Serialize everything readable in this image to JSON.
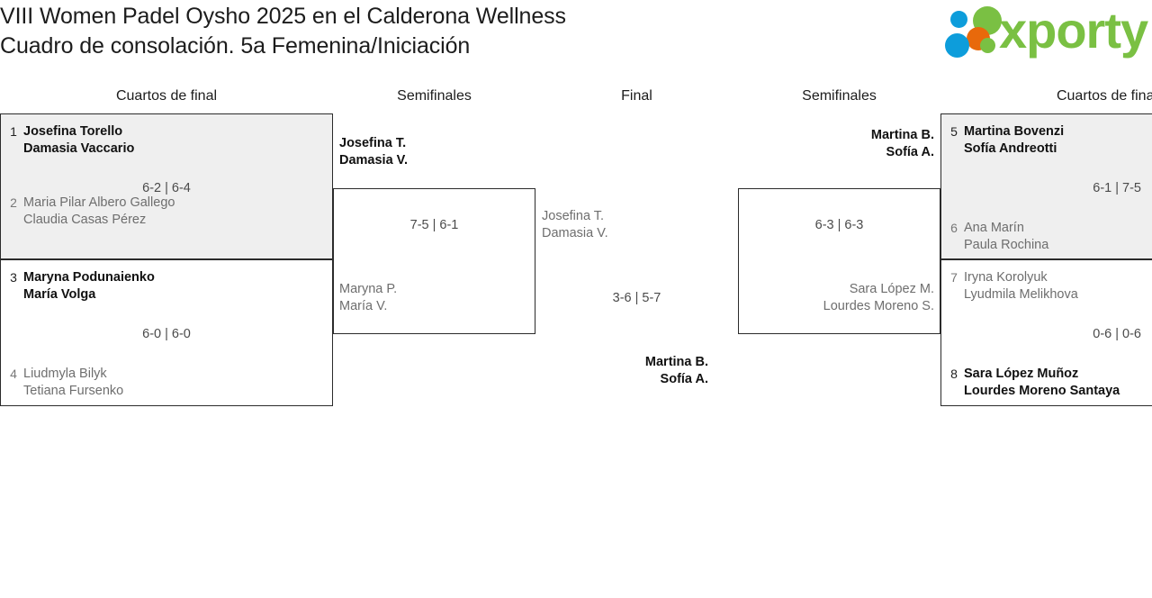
{
  "header": {
    "title_line1": "VIII Women Padel Oysho 2025 en el Calderona Wellness",
    "title_line2": "Cuadro de consolación. 5a Femenina/Iniciación",
    "logo_text": "xporty",
    "colors": {
      "logo_green": "#7ac043",
      "logo_blue": "#0d9ddb",
      "logo_orange": "#e8690b",
      "shaded_row": "#efefef",
      "border": "#2b2b2b",
      "winner_text": "#111111",
      "loser_text": "#6e6e6e"
    }
  },
  "rounds": {
    "quarterfinals_left": "Cuartos de final",
    "semifinals_left": "Semifinales",
    "final": "Final",
    "semifinals_right": "Semifinales",
    "quarterfinals_right": "Cuartos de final"
  },
  "bracket": {
    "quarterfinals_left": [
      {
        "score": "6-2 | 6-4",
        "teams": [
          {
            "seed": "1",
            "player1": "Josefina Torello",
            "player2": "Damasia Vaccario",
            "result": "winner"
          },
          {
            "seed": "2",
            "player1": "Maria Pilar Albero Gallego",
            "player2": "Claudia Casas Pérez",
            "result": "loser"
          }
        ]
      },
      {
        "score": "6-0 | 6-0",
        "teams": [
          {
            "seed": "3",
            "player1": "Maryna Podunaienko",
            "player2": "María Volga",
            "result": "winner"
          },
          {
            "seed": "4",
            "player1": "Liudmyla Bilyk",
            "player2": "Tetiana Fursenko",
            "result": "loser"
          }
        ]
      }
    ],
    "semifinal_left": {
      "score": "7-5 | 6-1",
      "teams": [
        {
          "player1": "Josefina T.",
          "player2": "Damasia V.",
          "result": "winner"
        },
        {
          "player1": "Maryna P.",
          "player2": "María V.",
          "result": "loser"
        }
      ]
    },
    "final": {
      "score": "3-6 | 5-7",
      "teams": [
        {
          "player1": "Josefina T.",
          "player2": "Damasia V.",
          "result": "loser"
        },
        {
          "player1": "Martina B.",
          "player2": "Sofía A.",
          "result": "winner"
        }
      ]
    },
    "semifinal_right": {
      "score": "6-3 | 6-3",
      "teams": [
        {
          "player1": "Martina B.",
          "player2": "Sofía A.",
          "result": "winner"
        },
        {
          "player1": "Sara López M.",
          "player2": "Lourdes Moreno S.",
          "result": "loser"
        }
      ]
    },
    "quarterfinals_right": [
      {
        "score": "6-1 | 7-5",
        "teams": [
          {
            "seed": "5",
            "player1": "Martina Bovenzi",
            "player2": "Sofía Andreotti",
            "result": "winner"
          },
          {
            "seed": "6",
            "player1": "Ana Marín",
            "player2": "Paula Rochina",
            "result": "loser"
          }
        ]
      },
      {
        "score": "0-6 | 0-6",
        "teams": [
          {
            "seed": "7",
            "player1": "Iryna Korolyuk",
            "player2": "Lyudmila Melikhova",
            "result": "loser"
          },
          {
            "seed": "8",
            "player1": "Sara López Muñoz",
            "player2": "Lourdes Moreno Santaya",
            "result": "winner"
          }
        ]
      }
    ]
  }
}
